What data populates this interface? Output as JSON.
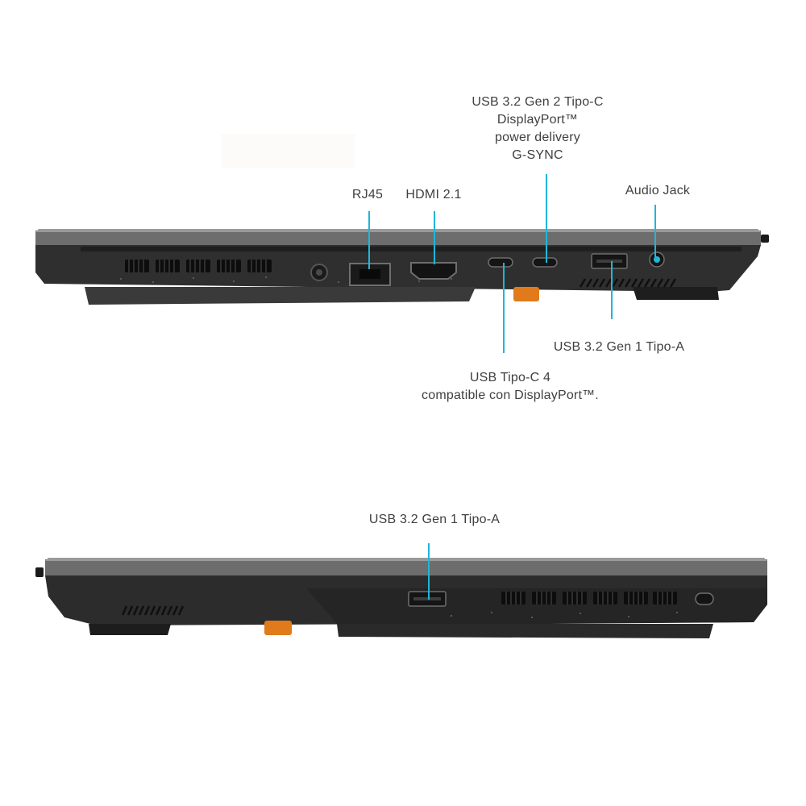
{
  "accent_color": "#1fb6d8",
  "top_view": {
    "callouts": {
      "usb_c_gen2": [
        "USB 3.2 Gen 2 Tipo-C",
        "DisplayPort™",
        "power delivery",
        "G-SYNC"
      ],
      "rj45": "RJ45",
      "hdmi": "HDMI 2.1",
      "audio_jack": "Audio Jack",
      "usb_a_gen1": "USB 3.2 Gen 1 Tipo-A",
      "usb_c4": [
        "USB Tipo-C 4",
        "compatible con DisplayPort™."
      ]
    },
    "port_glyphs": [
      "dc-in-icon",
      "ethernet-icon",
      "hdmi-icon",
      "usb-c-icon",
      "usb-c-icon",
      "usb-a-icon",
      "audio-jack-icon"
    ]
  },
  "bottom_view": {
    "callouts": {
      "usb_a_gen1": "USB 3.2 Gen 1 Tipo-A"
    },
    "port_glyphs": [
      "usb-a-icon",
      "kensington-lock-icon"
    ]
  }
}
